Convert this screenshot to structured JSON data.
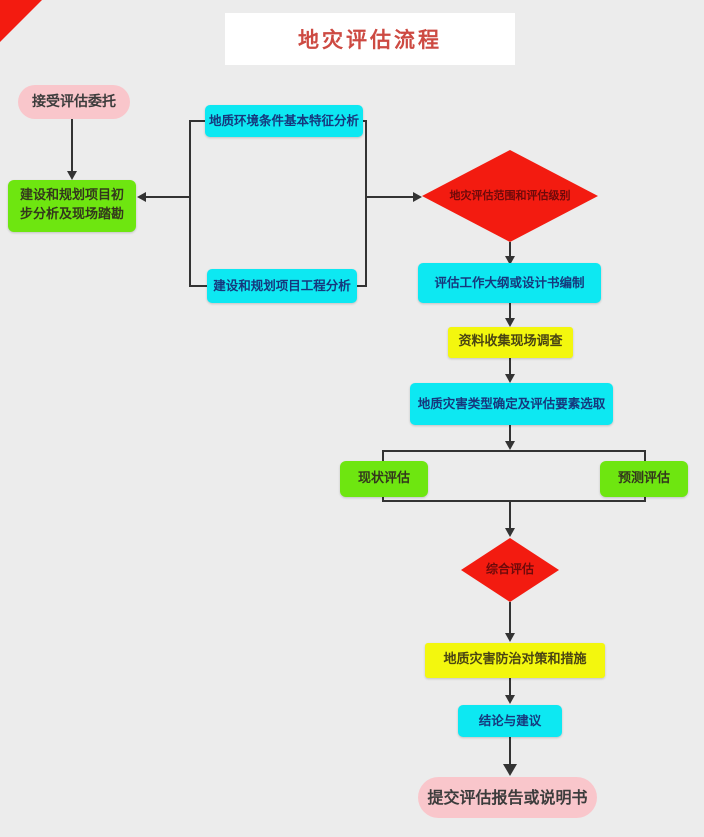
{
  "title": "地灾评估流程",
  "colors": {
    "red": "#f31b10",
    "green": "#6ee610",
    "cyan": "#0de8f2",
    "yellow": "#f3f70e",
    "pink": "#f9c6cb",
    "line": "#333333",
    "titlered": "#cd4a42",
    "title_bg": "#ffffff",
    "canvas": "#ececec"
  },
  "nodes": {
    "start": {
      "label": "接受评估委托"
    },
    "initial_analysis": {
      "label": "建设和规划项目初步分析及现场踏勘"
    },
    "env_analysis": {
      "label": "地质环境条件基本特征分析"
    },
    "eng_analysis": {
      "label": "建设和规划项目工程分析"
    },
    "scope_decision": {
      "label": "地灾评估范围和评估级别"
    },
    "outline": {
      "label": "评估工作大纲或设计书编制"
    },
    "data_collection": {
      "label": "资料收集现场调查"
    },
    "type_selection": {
      "label": "地质灾害类型确定及评估要素选取"
    },
    "current_assess": {
      "label": "现状评估"
    },
    "predict_assess": {
      "label": "预测评估"
    },
    "comprehensive": {
      "label": "综合评估"
    },
    "measures": {
      "label": "地质灾害防治对策和措施"
    },
    "conclusion": {
      "label": "结论与建议"
    },
    "end": {
      "label": "提交评估报告或说明书"
    }
  }
}
